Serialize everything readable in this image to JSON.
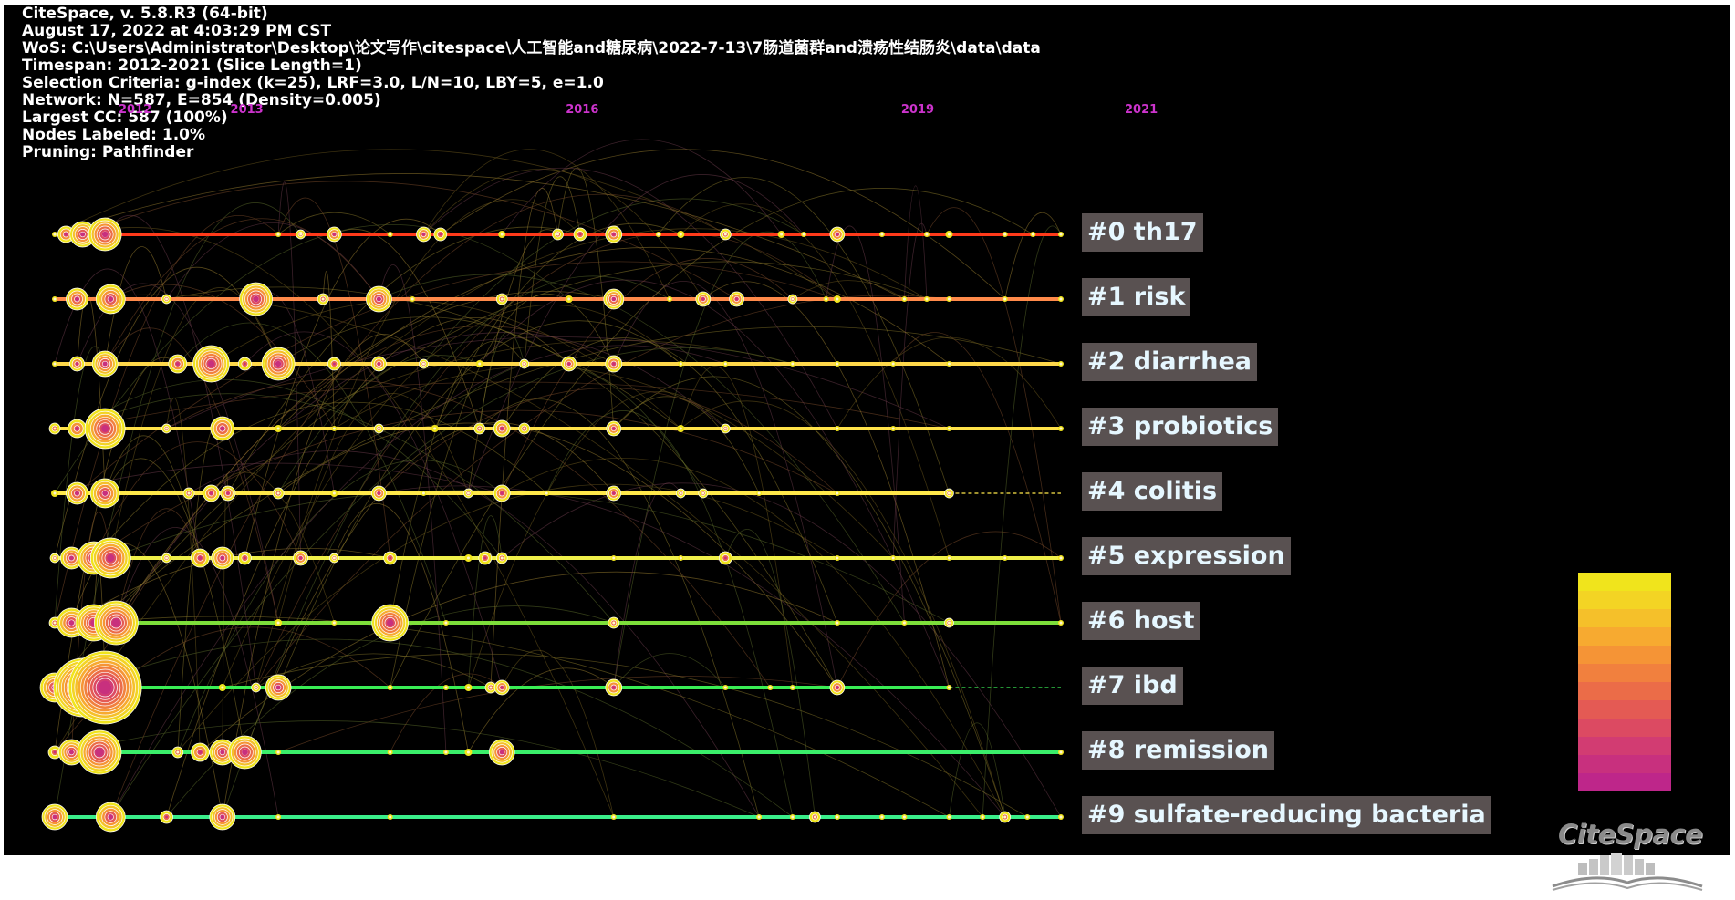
{
  "info": {
    "lines": [
      "CiteSpace, v. 5.8.R3 (64-bit)",
      "August 17, 2022 at 4:03:29 PM CST",
      "WoS: C:\\Users\\Administrator\\Desktop\\论文写作\\citespace\\人工智能and糖尿病\\2022-7-13\\7肠道菌群and溃疡性结肠炎\\data\\data",
      "Timespan: 2012-2021 (Slice Length=1)",
      "Selection Criteria: g-index (k=25), LRF=3.0, L/N=10, LBY=5, e=1.0",
      "Network: N=587, E=854 (Density=0.005)",
      "Largest CC: 587 (100%)",
      "Nodes Labeled: 1.0%",
      "Pruning: Pathfinder"
    ]
  },
  "logo": {
    "text": "CiteSpace",
    "icon": "open-book-icon"
  },
  "chart_data": {
    "type": "timeline",
    "time_range": [
      2012,
      2021
    ],
    "year_labels": [
      "2012",
      "2013",
      "2016",
      "2019",
      "2021"
    ],
    "year_label_color": "#cc33cc",
    "background": "#000000",
    "clusters": [
      {
        "label": "#0 th17",
        "line_color": "#ff3a1a",
        "end_year": 2021,
        "dashed_after": null,
        "nodes": [
          [
            2012.0,
            3
          ],
          [
            2012.1,
            9
          ],
          [
            2012.25,
            14
          ],
          [
            2012.45,
            18
          ],
          [
            2014.0,
            3
          ],
          [
            2014.2,
            5
          ],
          [
            2014.5,
            8
          ],
          [
            2015.0,
            3
          ],
          [
            2015.3,
            8
          ],
          [
            2015.45,
            7
          ],
          [
            2016.0,
            4
          ],
          [
            2016.5,
            6
          ],
          [
            2016.7,
            7
          ],
          [
            2017.0,
            9
          ],
          [
            2017.4,
            3
          ],
          [
            2017.6,
            4
          ],
          [
            2018.0,
            6
          ],
          [
            2018.5,
            4
          ],
          [
            2018.7,
            3
          ],
          [
            2019.0,
            8
          ],
          [
            2019.4,
            3
          ],
          [
            2019.8,
            3
          ],
          [
            2020.0,
            4
          ],
          [
            2020.5,
            3
          ],
          [
            2020.75,
            3
          ],
          [
            2021.0,
            3
          ]
        ]
      },
      {
        "label": "#1 risk",
        "line_color": "#ff8a4a",
        "end_year": 2021,
        "dashed_after": null,
        "nodes": [
          [
            2012.0,
            3
          ],
          [
            2012.2,
            12
          ],
          [
            2012.5,
            16
          ],
          [
            2013.0,
            5
          ],
          [
            2013.8,
            18
          ],
          [
            2014.4,
            6
          ],
          [
            2014.9,
            14
          ],
          [
            2015.2,
            3
          ],
          [
            2016.0,
            6
          ],
          [
            2016.6,
            4
          ],
          [
            2017.0,
            11
          ],
          [
            2017.5,
            3
          ],
          [
            2017.8,
            8
          ],
          [
            2018.1,
            8
          ],
          [
            2018.6,
            5
          ],
          [
            2018.9,
            3
          ],
          [
            2019.0,
            4
          ],
          [
            2019.6,
            3
          ],
          [
            2019.8,
            3
          ],
          [
            2020.0,
            3
          ],
          [
            2020.5,
            3
          ],
          [
            2021.0,
            3
          ]
        ]
      },
      {
        "label": "#2 diarrhea",
        "line_color": "#ffd84a",
        "end_year": 2021,
        "dashed_after": null,
        "nodes": [
          [
            2012.0,
            3
          ],
          [
            2012.2,
            8
          ],
          [
            2012.45,
            14
          ],
          [
            2013.1,
            10
          ],
          [
            2013.4,
            20
          ],
          [
            2013.7,
            7
          ],
          [
            2014.0,
            18
          ],
          [
            2014.5,
            7
          ],
          [
            2014.9,
            8
          ],
          [
            2015.3,
            5
          ],
          [
            2015.8,
            4
          ],
          [
            2016.2,
            5
          ],
          [
            2016.6,
            8
          ],
          [
            2017.0,
            9
          ],
          [
            2017.6,
            3
          ],
          [
            2018.0,
            3
          ],
          [
            2018.6,
            3
          ],
          [
            2019.0,
            3
          ],
          [
            2019.5,
            3
          ],
          [
            2020.0,
            3
          ],
          [
            2021.0,
            3
          ]
        ]
      },
      {
        "label": "#3 probiotics",
        "line_color": "#ffe24a",
        "end_year": 2021,
        "dashed_after": null,
        "nodes": [
          [
            2012.0,
            6
          ],
          [
            2012.2,
            10
          ],
          [
            2012.45,
            22
          ],
          [
            2013.0,
            5
          ],
          [
            2013.5,
            13
          ],
          [
            2014.0,
            4
          ],
          [
            2014.5,
            3
          ],
          [
            2014.9,
            5
          ],
          [
            2015.4,
            4
          ],
          [
            2015.8,
            6
          ],
          [
            2016.0,
            9
          ],
          [
            2016.2,
            6
          ],
          [
            2017.0,
            8
          ],
          [
            2017.6,
            4
          ],
          [
            2018.0,
            5
          ],
          [
            2019.0,
            3
          ],
          [
            2019.5,
            3
          ],
          [
            2020.0,
            3
          ],
          [
            2021.0,
            3
          ]
        ]
      },
      {
        "label": "#4 colitis",
        "line_color": "#ffe84a",
        "end_year": 2020,
        "dashed_after": 2021,
        "nodes": [
          [
            2012.0,
            4
          ],
          [
            2012.2,
            12
          ],
          [
            2012.45,
            16
          ],
          [
            2013.2,
            6
          ],
          [
            2013.4,
            9
          ],
          [
            2013.55,
            8
          ],
          [
            2014.0,
            6
          ],
          [
            2014.5,
            4
          ],
          [
            2014.9,
            8
          ],
          [
            2015.3,
            3
          ],
          [
            2015.7,
            5
          ],
          [
            2016.0,
            9
          ],
          [
            2016.4,
            3
          ],
          [
            2017.0,
            8
          ],
          [
            2017.6,
            5
          ],
          [
            2017.8,
            5
          ],
          [
            2018.3,
            3
          ],
          [
            2019.0,
            3
          ],
          [
            2020.0,
            5
          ]
        ]
      },
      {
        "label": "#5 expression",
        "line_color": "#f0f04a",
        "end_year": 2021,
        "dashed_after": null,
        "nodes": [
          [
            2012.0,
            5
          ],
          [
            2012.15,
            12
          ],
          [
            2012.35,
            18
          ],
          [
            2012.5,
            22
          ],
          [
            2013.0,
            5
          ],
          [
            2013.3,
            10
          ],
          [
            2013.5,
            12
          ],
          [
            2013.7,
            7
          ],
          [
            2014.2,
            8
          ],
          [
            2014.5,
            5
          ],
          [
            2015.0,
            7
          ],
          [
            2015.7,
            4
          ],
          [
            2015.85,
            7
          ],
          [
            2016.0,
            6
          ],
          [
            2017.0,
            3
          ],
          [
            2017.6,
            3
          ],
          [
            2018.0,
            7
          ],
          [
            2019.0,
            3
          ],
          [
            2019.5,
            3
          ],
          [
            2020.0,
            3
          ],
          [
            2020.5,
            3
          ],
          [
            2021.0,
            3
          ]
        ]
      },
      {
        "label": "#6 host",
        "line_color": "#7dde3a",
        "end_year": 2021,
        "dashed_after": null,
        "nodes": [
          [
            2012.0,
            6
          ],
          [
            2012.15,
            16
          ],
          [
            2012.35,
            20
          ],
          [
            2012.55,
            24
          ],
          [
            2014.0,
            4
          ],
          [
            2014.5,
            3
          ],
          [
            2015.0,
            20
          ],
          [
            2015.5,
            3
          ],
          [
            2017.0,
            6
          ],
          [
            2019.0,
            3
          ],
          [
            2019.6,
            3
          ],
          [
            2020.0,
            5
          ],
          [
            2021.0,
            3
          ]
        ]
      },
      {
        "label": "#7 ibd",
        "line_color": "#3aee55",
        "end_year": 2020,
        "dashed_after": 2021,
        "nodes": [
          [
            2012.0,
            16
          ],
          [
            2012.25,
            32
          ],
          [
            2012.45,
            40
          ],
          [
            2013.5,
            4
          ],
          [
            2013.8,
            5
          ],
          [
            2014.0,
            14
          ],
          [
            2015.0,
            3
          ],
          [
            2015.5,
            3
          ],
          [
            2015.7,
            4
          ],
          [
            2015.9,
            6
          ],
          [
            2016.0,
            8
          ],
          [
            2017.0,
            9
          ],
          [
            2018.0,
            3
          ],
          [
            2018.4,
            3
          ],
          [
            2018.6,
            3
          ],
          [
            2019.0,
            8
          ],
          [
            2020.0,
            3
          ]
        ]
      },
      {
        "label": "#8 remission",
        "line_color": "#3aee6a",
        "end_year": 2021,
        "dashed_after": null,
        "nodes": [
          [
            2012.0,
            7
          ],
          [
            2012.15,
            14
          ],
          [
            2012.4,
            24
          ],
          [
            2013.1,
            6
          ],
          [
            2013.3,
            10
          ],
          [
            2013.5,
            14
          ],
          [
            2013.7,
            18
          ],
          [
            2014.0,
            3
          ],
          [
            2015.0,
            3
          ],
          [
            2015.5,
            3
          ],
          [
            2015.7,
            4
          ],
          [
            2016.0,
            14
          ],
          [
            2021.0,
            3
          ]
        ]
      },
      {
        "label": "#9 sulfate-reducing bacteria",
        "line_color": "#3aee8a",
        "end_year": 2021,
        "dashed_after": null,
        "nodes": [
          [
            2012.0,
            14
          ],
          [
            2012.5,
            16
          ],
          [
            2013.0,
            7
          ],
          [
            2013.5,
            14
          ],
          [
            2014.0,
            3
          ],
          [
            2015.0,
            3
          ],
          [
            2017.0,
            3
          ],
          [
            2018.3,
            3
          ],
          [
            2018.6,
            3
          ],
          [
            2018.8,
            6
          ],
          [
            2019.0,
            3
          ],
          [
            2019.4,
            3
          ],
          [
            2019.6,
            3
          ],
          [
            2020.0,
            3
          ],
          [
            2020.3,
            3
          ],
          [
            2020.5,
            6
          ],
          [
            2020.7,
            3
          ],
          [
            2021.0,
            3
          ]
        ]
      }
    ],
    "color_scale": [
      "#f0e41c",
      "#f3d424",
      "#f5c02a",
      "#f7aa30",
      "#f59436",
      "#f1803e",
      "#eb6c48",
      "#e45a54",
      "#dc4a62",
      "#d23c72",
      "#c8307e",
      "#be268a"
    ]
  }
}
